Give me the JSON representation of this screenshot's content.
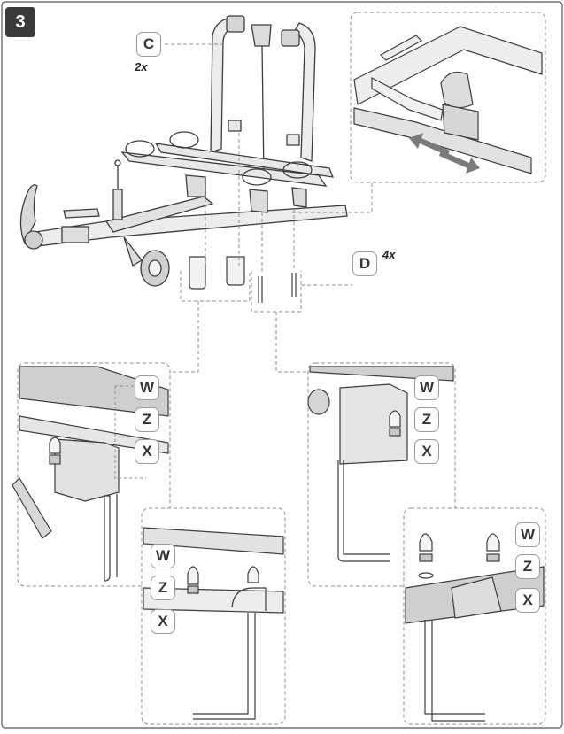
{
  "step_number": "3",
  "parts": {
    "C": {
      "label": "C",
      "quantity": "2x"
    },
    "D": {
      "label": "D",
      "quantity": "4x"
    },
    "W": "W",
    "Z": "Z",
    "X": "X"
  },
  "colors": {
    "line": "#3c3c3c",
    "dash": "#8c8c8c",
    "metal_fill": "#e6e6e6",
    "shade": "#bdbdbd",
    "badge": "#3a3a3a",
    "arrow": "#7a7a7a"
  }
}
